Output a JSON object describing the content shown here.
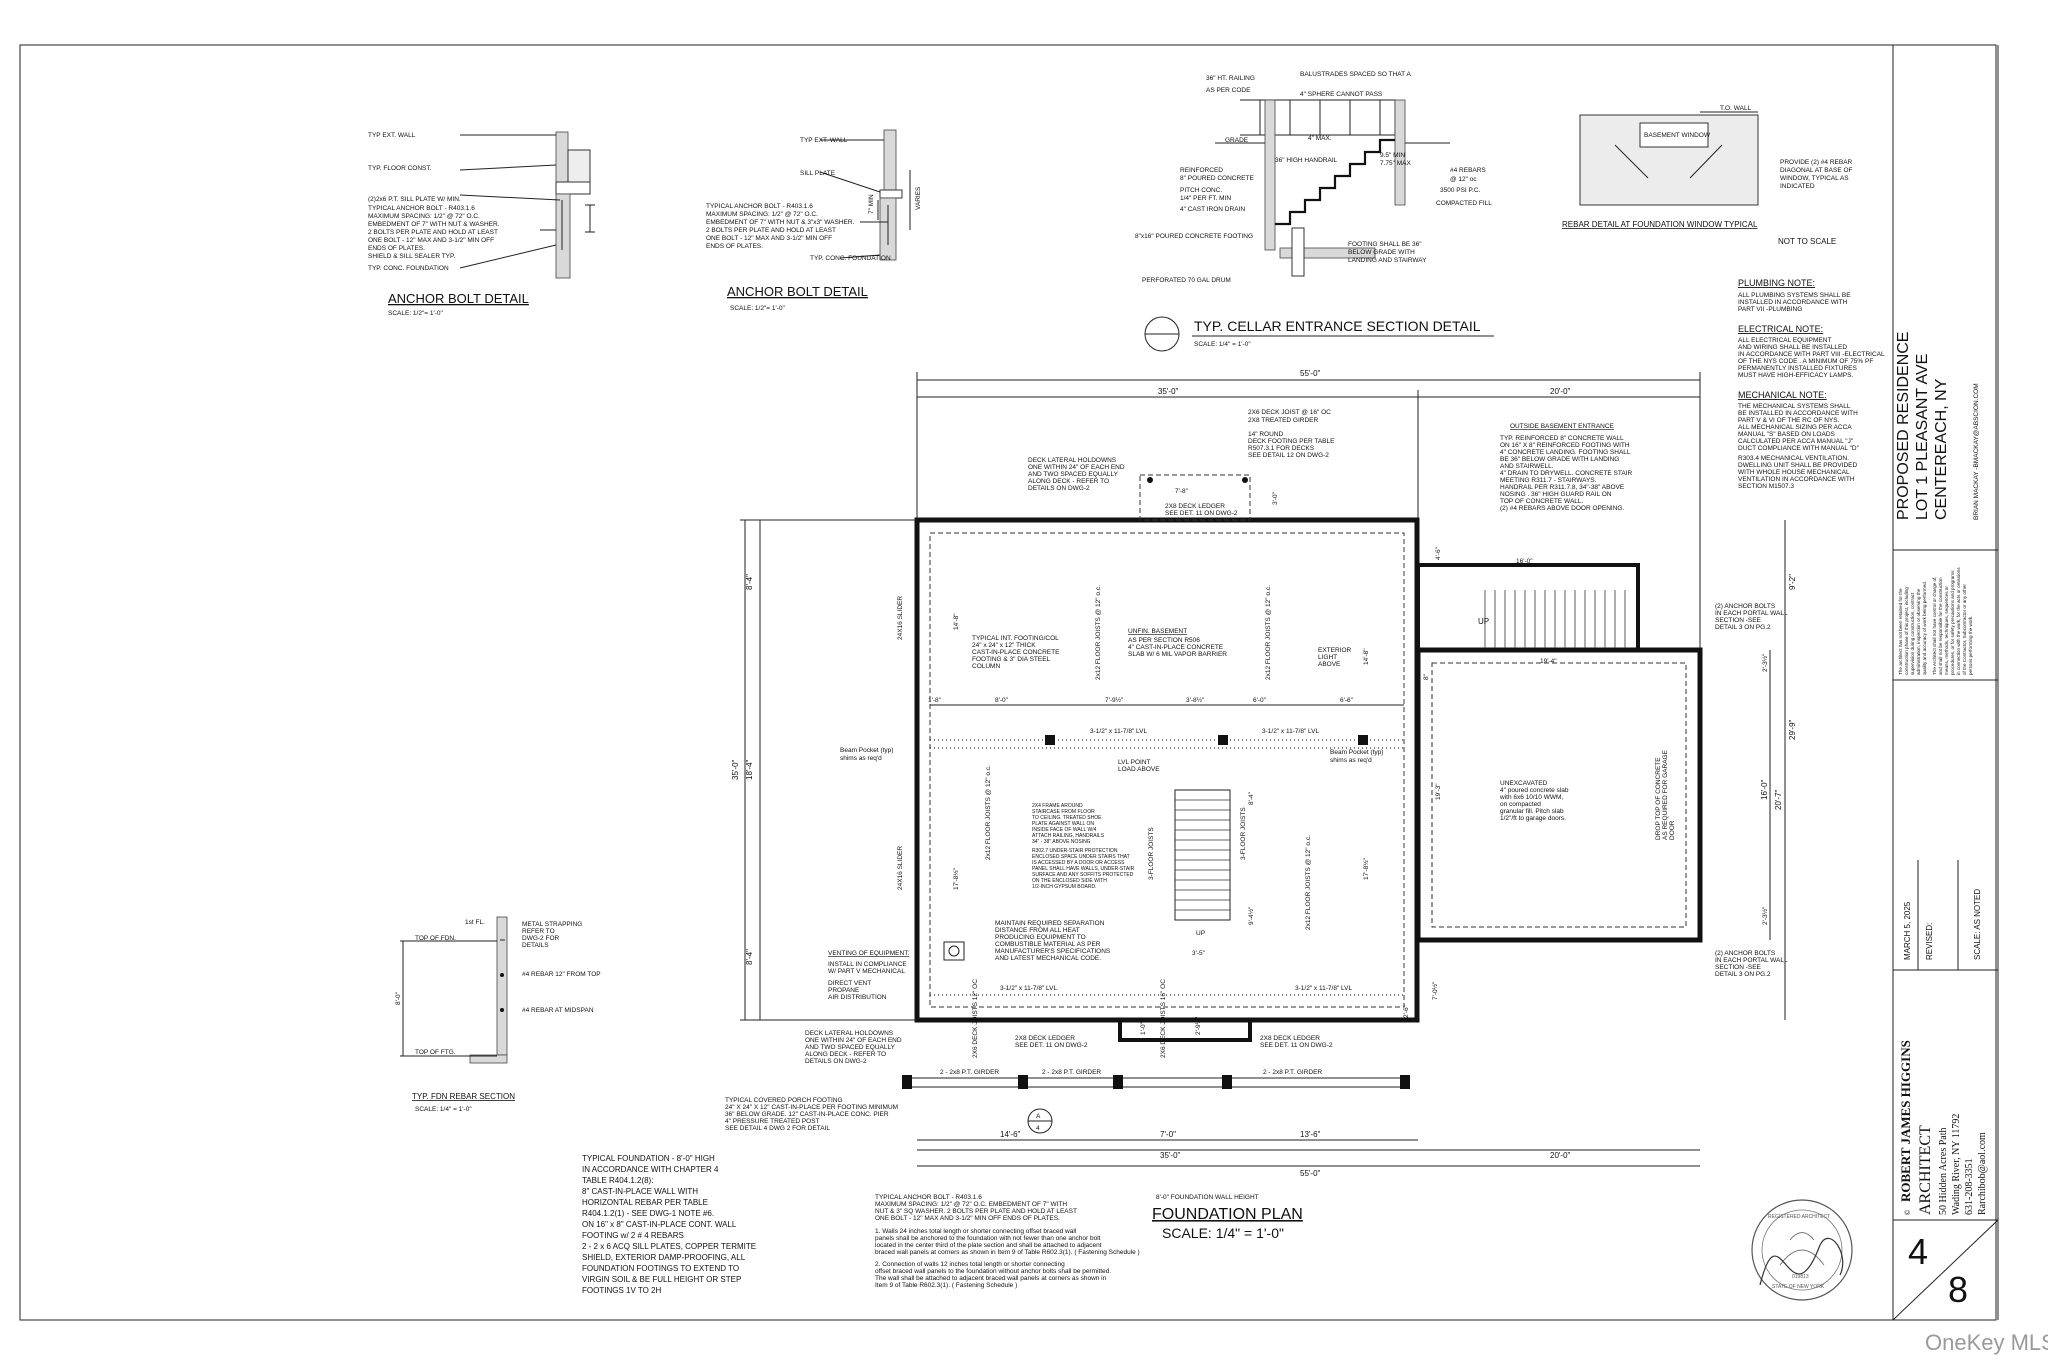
{
  "anchor_bolt_left": {
    "title": "ANCHOR BOLT DETAIL",
    "scale": "SCALE: 1/2\"= 1'-0\"",
    "notes": [
      "TYP EXT. WALL",
      "TYP. FLOOR CONST.",
      "(2)2x6 P.T. SILL PLATE W/ MIN.",
      "TYPICAL ANCHOR BOLT - R403.1.6",
      "MAXIMUM SPACING: 1/2\" @ 72\" O.C.",
      "EMBEDMENT OF 7\" WITH NUT & WASHER.",
      "2 BOLTS PER PLATE AND HOLD AT LEAST",
      "ONE BOLT - 12\" MAX AND 3-1/2\" MIN OFF",
      "ENDS OF PLATES.",
      "SHIELD & SILL SEALER TYP.",
      "TYP. CONC. FOUNDATION"
    ]
  },
  "anchor_bolt_center": {
    "title": "ANCHOR BOLT DETAIL",
    "scale": "SCALE: 1/2\"= 1'-0\"",
    "notes": [
      "TYP EXT. WALL",
      "SILL PLATE",
      "TYPICAL ANCHOR BOLT - R403.1.6",
      "MAXIMUM SPACING: 1/2\" @ 72\" O.C.",
      "EMBEDMENT OF 7\" WITH NUT & 3\"x3\" WASHER.",
      "2 BOLTS PER PLATE AND HOLD AT LEAST",
      "ONE BOLT - 12\" MAX AND 3-1/2\" MIN OFF",
      "ENDS OF PLATES.",
      "TYP. CONC. FOUNDATION"
    ],
    "dims": [
      "7\" MIN",
      "VARIES"
    ]
  },
  "cellar_entrance": {
    "title": "TYP. CELLAR ENTRANCE SECTION DETAIL",
    "scale": "SCALE:     1/4\" = 1'-0\"",
    "notes": [
      "36\" HT. RAILING",
      "AS PER CODE",
      "BALUSTRADES SPACED SO THAT A",
      "4\" SPHERE CANNOT PASS",
      "GRADE",
      "4\" MAX.",
      "36\" HIGH HANDRAIL",
      "REINFORCED",
      "8\" POURED CONCRETE",
      "PITCH CONC.",
      "1/4\" PER FT. MIN",
      "4\" CAST IRON DRAIN",
      "#4 REBARS",
      "@ 12\" oc",
      "3500 PSI P.C.",
      "COMPACTED FILL",
      "8\"x16\" POURED CONCRETE FOOTING",
      "FOOTING SHALL BE 36\"",
      "BELOW GRADE WITH",
      "LANDING AND STAIRWAY",
      "PERFORATED 70 GAL DRUM",
      "9.5\" MIN",
      "7.75\" MAX"
    ]
  },
  "rebar_window": {
    "title": "REBAR DETAIL AT FOUNDATION WINDOW TYPICAL",
    "scale": "NOT TO SCALE",
    "notes": [
      "T.O. WALL",
      "BASEMENT WINDOW",
      "PROVIDE (2) #4 REBAR",
      "DIAGONAL AT BASE OF",
      "WINDOW, TYPICAL AS",
      "INDICATED"
    ]
  },
  "general_notes": [
    {
      "heading": "PLUMBING NOTE:",
      "lines": [
        "ALL PLUMBING SYSTEMS SHALL BE",
        "INSTALLED IN ACCORDANCE WITH",
        "PART VII -PLUMBING"
      ]
    },
    {
      "heading": "ELECTRICAL NOTE:",
      "lines": [
        "ALL ELECTRICAL EQUIPMENT",
        "AND WIRING SHALL BE INSTALLED",
        "IN ACCORDANCE WITH PART VIII -ELECTRICAL",
        "OF THE NYS CODE . A MINIMUM OF 75% PF",
        "PERMANENTLY INSTALLED FIXTURES",
        "MUST HAVE HIGH-EFFICACY LAMPS."
      ]
    },
    {
      "heading": "MECHANICAL NOTE:",
      "lines": [
        "THE MECHANICAL SYSTEMS SHALL",
        "BE INSTALLED IN ACCORDANCE WITH",
        "PART V & VI OF THE RC OF NYS.",
        "ALL MECHANICAL SIZING PER ACCA",
        "MANUAL \"S\" BASED ON LOADS",
        "CALCULATED PER ACCA MANUAL \"J\"",
        "DUCT COMPLIANCE WITH MANUAL \"D\"",
        "R303.4 MECHANICAL VENTILATION.",
        "DWELLING UNIT SHALL BE PROVIDED",
        "WITH WHOLE HOUSE MECHANICAL",
        "VENTILATION IN ACCORDANCE WITH",
        "SECTION M1507.3"
      ]
    }
  ],
  "outside_basement": {
    "title": "OUTSIDE BASEMENT ENTRANCE",
    "lines": [
      "TYP. REINFORCED 8\" CONCRETE WALL",
      "ON 16\" X 8\" REINFORCED FOOTING WITH",
      "4\" CONCRETE LANDING. FOOTING SHALL",
      "BE 36\" BELOW GRADE WITH LANDING",
      "AND STAIRWELL.",
      "4\" DRAIN TO DRYWELL. CONCRETE STAIR",
      "MEETING R311.7 - STAIRWAYS.",
      "HANDRAIL PER R311.7.8, 34\"-38\" ABOVE",
      "NOSING . 36\" HIGH GUARD RAIL ON",
      "TOP OF CONCRETE WALL.",
      "(2) #4 REBARS ABOVE DOOR OPENING."
    ]
  },
  "plan": {
    "title": "FOUNDATION PLAN",
    "scale": "SCALE: 1/4\" = 1'-0\"",
    "wall_height": "8'-0\" FOUNDATION WALL HEIGHT",
    "dims_top": [
      "55'-0\"",
      "35'-0\"",
      "20'-0\""
    ],
    "dims_bottom": [
      "14'-6\"",
      "7'-0\"",
      "13'-6\"",
      "35'-0\"",
      "20'-0\"",
      "55'-0\""
    ],
    "dims_left": [
      "8'-4\"",
      "35'-0\"",
      "18'-4\"",
      "8'-4\""
    ],
    "dims_right": [
      "9'-2\"",
      "29'-9\"",
      "2'-3½\"",
      "16'-0\"",
      "20'-7\"",
      "2'-3½\""
    ],
    "dims_interior": [
      "1'-8\"",
      "8'-0\"",
      "7'-9½\"",
      "3'-8½\"",
      "6'-0\"",
      "6'-6\"",
      "19'-4\"",
      "16'-0\"",
      "14'-8\"",
      "14'-8\"",
      "17'-8½\"",
      "17'-8½\"",
      "9'-4½\"",
      "8'-4\"",
      "3'-5\"",
      "19'-3\"",
      "7'-8\"",
      "3'-0\"",
      "4'-6\"",
      "8\"",
      "2'-6\"",
      "2'-9½\"",
      "1'-0\"",
      "7'-0½\""
    ],
    "labels": {
      "unfin_basement": "UNFIN. BASEMENT",
      "unfin_notes": [
        "AS PER SECTION R506",
        "4\" CAST-IN-PLACE CONCRETE",
        "SLAB W/ 6 MIL VAPOR BARRIER"
      ],
      "footing_col": [
        "TYPICAL INT. FOOTING/COL",
        "24\" x 24\" x 12\" THICK",
        "CAST-IN-PLACE CONCRETE",
        "FOOTING & 3\" DIA STEEL",
        "COLUMN"
      ],
      "exterior_light": [
        "EXTERIOR",
        "LIGHT",
        "ABOVE"
      ],
      "beam_pocket_left": [
        "Beam Pocket (typ)",
        "shims as req'd"
      ],
      "beam_pocket_right": [
        "Beam Pocket (typ)",
        "shims as req'd"
      ],
      "lvl_left": "3-1/2\" x 11-7/8\" LVL",
      "lvl_right": "3-1/2\" x 11-7/8\" LVL",
      "lvl_bottom_left": "3-1/2\" x 11-7/8\" LVL",
      "lvl_bottom_right": "3-1/2\" x 11-7/8\" LVL",
      "lvl_point": [
        "LVL POINT",
        "LOAD ABOVE"
      ],
      "joists": "2x12 FLOOR JOISTS @ 12\" o.c.",
      "floor_joists_3": "3-FLOOR JOISTS",
      "stair_notes": [
        "2X4 FRAME AROUND",
        "STAIRCASE FROM FLOOR",
        "TO CEILING. TREATED SHOE",
        "PLATE AGAINST WALL ON",
        "INSIDE FACE OF WALL W/4",
        "ATTACH RAILING, HANDRAILS",
        "34\" - 38\" ABOVE NOSING",
        "R302.7 UNDER-STAIR PROTECTION",
        "ENCLOSED SPACE UNDER STAIRS THAT",
        "IS ACCESSED BY A DOOR OR ACCESS",
        "PANEL SHALL HAVE WALLS, UNDER-STAIR",
        "SURFACE AND ANY SOFFITS PROTECTED",
        "ON THE ENCLOSED SIDE WITH",
        "1/2-INCH GYPSUM BOARD."
      ],
      "separation": [
        "MAINTAIN REQUIRED SEPARATION",
        "DISTANCE FROM ALL HEAT",
        "PRODUCING EQUIPMENT TO",
        "COMBUSTIBLE MATERIAL AS PER",
        "MANUFACTURER'S SPECIFICATIONS",
        "AND LATEST MECHANICAL CODE."
      ],
      "venting": [
        "VENTING OF EQUIPMENT:",
        "INSTALL IN COMPLIANCE",
        "W/ PART V MECHANICAL",
        "DIRECT VENT",
        "PROPANE",
        "AIR DISTRIBUTION"
      ],
      "unexcavated": [
        "UNEXCAVATED",
        "4\" poured concrete slab",
        "with 6x6 10/10 WWM,",
        "on compacted",
        "granular fill. Pitch slab",
        "1/2\"/ft to garage doors."
      ],
      "drop_top": [
        "DROP TOP OF CONCRETE",
        "AS REQUIRED FOR GARAGE",
        "DOOR"
      ],
      "deck_joist": [
        "2X6 DECK JOIST @ 16\" OC",
        "2X8 TREATED GIRDER",
        "14\" ROUND",
        "DECK FOOTING PER TABLE",
        "R507.3.1 FOR DECKS",
        "SEE DETAIL 12 ON DWG-2"
      ],
      "deck_holdown_top": [
        "DECK LATERAL HOLDOWNS",
        "ONE WITHIN 24\" OF EACH END",
        "AND TWO SPACED EQUALLY",
        "ALONG DECK - REFER TO",
        "DETAILS ON DWG-2"
      ],
      "deck_holdown_bottom": [
        "DECK LATERAL HOLDOWNS",
        "ONE WITHIN 24\" OF EACH END",
        "AND TWO SPACED EQUALLY",
        "ALONG DECK - REFER TO",
        "DETAILS ON DWG-2"
      ],
      "deck_ledger_top": [
        "2X8 DECK LEDGER",
        "SEE DET. 11 ON DWG-2"
      ],
      "deck_ledger_bottom_left": [
        "2X8 DECK LEDGER",
        "SEE DET. 11 ON DWG-2"
      ],
      "deck_ledger_bottom_right": [
        "2X8 DECK LEDGER",
        "SEE DET. 11 ON DWG-2"
      ],
      "girders": [
        "2 - 2x8 P.T. GIRDER",
        "2 - 2x8 P.T. GIRDER",
        "2 - 2x8 P.T. GIRDER"
      ],
      "porch_footing": [
        "TYPICAL COVERED PORCH FOOTING",
        "24\" X 24\" X 12\" CAST-IN-PLACE PER FOOTING MINIMUM",
        "36\" BELOW GRADE. 12\" CAST-IN-PLACE CONC. PIER",
        "4\" PRESSURE TREATED POST",
        "SEE DETAIL 4 DWG 2 FOR DETAIL"
      ],
      "anchor_bolts_right_top": [
        "(2) ANCHOR BOLTS",
        "IN EACH PORTAL WALL",
        "SECTION -SEE",
        "DETAIL 3 ON PG.2"
      ],
      "anchor_bolts_right_bottom": [
        "(2) ANCHOR BOLTS",
        "IN EACH PORTAL WALL",
        "SECTION -SEE",
        "DETAIL 3 ON PG.2"
      ],
      "slider_top": "24X16 SLIDER",
      "slider_bottom": "24X16 SLIDER",
      "up1": "UP",
      "up2": "UP",
      "section_a": "A",
      "section_4": "4",
      "deck_joists_small": "2X6 DECK JOISTS 12\" OC",
      "deck_joists_small2": "2X6 DECK JOISTS 16\" OC"
    }
  },
  "fdn_rebar": {
    "title": "TYP. FDN REBAR SECTION",
    "scale": "SCALE: 1/4\" = 1'-0\"",
    "notes": [
      "1st FL.",
      "METAL STRAPPING",
      "REFER TO",
      "DWG-2 FOR",
      "DETAILS",
      "TOP OF FDN.",
      "#4 REBAR 12\" FROM TOP",
      "#4 REBAR AT MIDSPAN",
      "TOP OF FTG.",
      "8'-0\""
    ]
  },
  "typical_foundation": [
    "TYPICAL FOUNDATION - 8'-0\" HIGH",
    "IN ACCORDANCE WITH CHAPTER 4",
    "TABLE R404.1.2(8):",
    "8\" CAST-IN-PLACE WALL WITH",
    "HORIZONTAL REBAR PER TABLE",
    "R404.1.2(1) - SEE DWG-1 NOTE #6.",
    "ON 16\" x 8\" CAST-IN-PLACE CONT. WALL",
    "FOOTING w/ 2 # 4 REBARS",
    "2 - 2 x 6 ACQ SILL PLATES, COPPER TERMITE",
    "SHIELD, EXTERIOR DAMP-PROOFING,  ALL",
    "FOUNDATION  FOOTINGS TO EXTEND TO",
    "VIRGIN SOIL & BE FULL HEIGHT OR STEP",
    "FOOTINGS 1V TO 2H"
  ],
  "anchor_bolt_note": [
    "TYPICAL ANCHOR BOLT - R403.1.6",
    "MAXIMUM SPACING: 1/2\" @ 72\" O.C. EMBEDMENT OF 7\" WITH",
    "NUT & 3\" SQ WASHER.  2 BOLTS PER PLATE AND HOLD AT LEAST",
    "ONE BOLT - 12\" MAX AND 3-1/2\" MIN OFF ENDS OF PLATES.",
    "1. Walls 24 inches total length or shorter connecting offset braced wall",
    "panels shall be anchored to the foundation with not fewer than one anchor bolt",
    "located in the center third of the plate section and shall be attached to adjacent",
    "braced wall panels at corners as shown in Item 9 of Table R602.3(1).  ( Fastening Schedule )",
    "2. Connection of walls 12 inches total length or shorter connecting",
    "offset braced wall panels to the foundation without anchor bolts shall be permitted.",
    "The wall shall be attached to adjacent braced wall panels at corners as shown in",
    "Item 9 of Table R602.3(1).  ( Fastening Schedule )"
  ],
  "title_block": {
    "project": [
      "PROPOSED RESIDENCE",
      "LOT 1      PLEASANT AVE",
      "CENTEREACH, NY"
    ],
    "email": "BRIAN MACKAY -BMACKAY@ABSCION.COM",
    "disclaimer": [
      "The architect has not been retained for the",
      "construction phase of this project, including",
      "supervision during construction, contract",
      "administration, inspection or observing the",
      "quality and accuracy of work being performed.",
      "The Architect shall not have control or charge of,",
      "and shall not be responsible for the construction",
      "means, methods, techniques, sequences or",
      "procedures, or for safety precautions and programs",
      "in connection with the work, for the acts or omissions",
      "of the Contractor, Subcontractor or any other",
      "persons performing the work."
    ],
    "date": "MARCH 5, 2025",
    "revised": "REVISED:",
    "scale": "SCALE:  AS NOTED",
    "architect_name": "ROBERT JAMES HIGGINS",
    "architect_title": "ARCHITECT",
    "architect_address": [
      "50  Hidden  Acres  Path",
      "Wading River, NY 11792",
      "631-208-3351",
      "Rarchibob@aol.com"
    ],
    "copyright": "©",
    "sheet_num": "4",
    "sheet_total": "8",
    "seal_text": [
      "REGISTERED ARCHITECT",
      "STATE OF NEW YORK",
      "019813"
    ]
  },
  "watermark": "OneKey MLS"
}
